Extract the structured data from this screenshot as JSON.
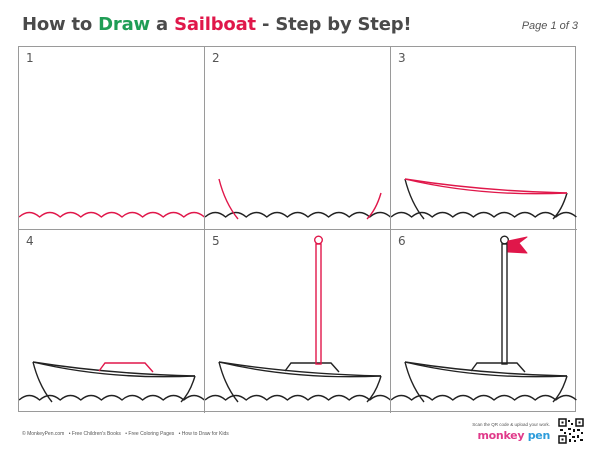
{
  "header": {
    "title_part1": "How to ",
    "title_draw": "Draw",
    "title_part2": " a ",
    "title_sailboat": "Sailboat",
    "title_part3": " - Step by Step!",
    "page_label": "Page 1 of 3"
  },
  "colors": {
    "draw_word": "#1f9d55",
    "sailboat_word": "#e0174a",
    "new_line": "#e0174a",
    "old_line": "#222222"
  },
  "steps": [
    {
      "number": "1"
    },
    {
      "number": "2"
    },
    {
      "number": "3"
    },
    {
      "number": "4"
    },
    {
      "number": "5"
    },
    {
      "number": "6"
    }
  ],
  "footer": {
    "copyright": "© MonkeyPen.com",
    "link1": "• Free Children's Books",
    "link2": "• Free Coloring Pages",
    "link3": "• How to Draw for Kids",
    "scan_text": "Scan the QR code & upload your work.",
    "brand_part1": "monkey",
    "brand_part2": " pen"
  }
}
